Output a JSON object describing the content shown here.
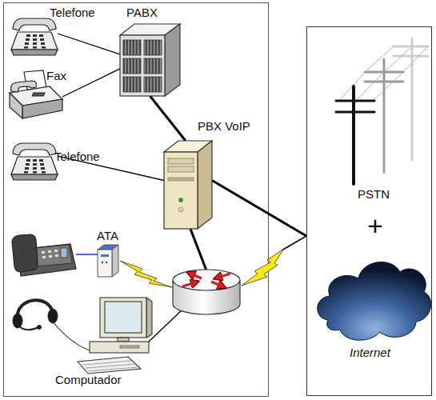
{
  "diagram": {
    "nodes": [
      {
        "text": [
          "Telefone"
        ]
      },
      {
        "text": [
          "PABX"
        ]
      },
      {
        "text": [
          "Fax"
        ]
      },
      {
        "text": [
          "PBX VoIP"
        ]
      },
      {
        "text": [
          "Telefone"
        ]
      },
      {
        "text": [
          "ATA"
        ]
      },
      {
        "text": [
          "Computador"
        ]
      },
      {
        "text": [
          "+"
        ]
      },
      {
        "text": [
          "PSTN"
        ],
        "in": 7
      },
      {
        "text": [
          "Internet"
        ],
        "in": 7
      }
    ],
    "edges": [
      {
        "from": 0,
        "to": 1,
        "arrow": "none"
      },
      {
        "from": 2,
        "to": 1,
        "arrow": "none"
      },
      {
        "from": 1,
        "to": 3,
        "arrow": "none"
      },
      {
        "from": 4,
        "to": 3,
        "arrow": "none"
      },
      {
        "from": 3,
        "to": 7,
        "arrow": "none"
      }
    ]
  }
}
